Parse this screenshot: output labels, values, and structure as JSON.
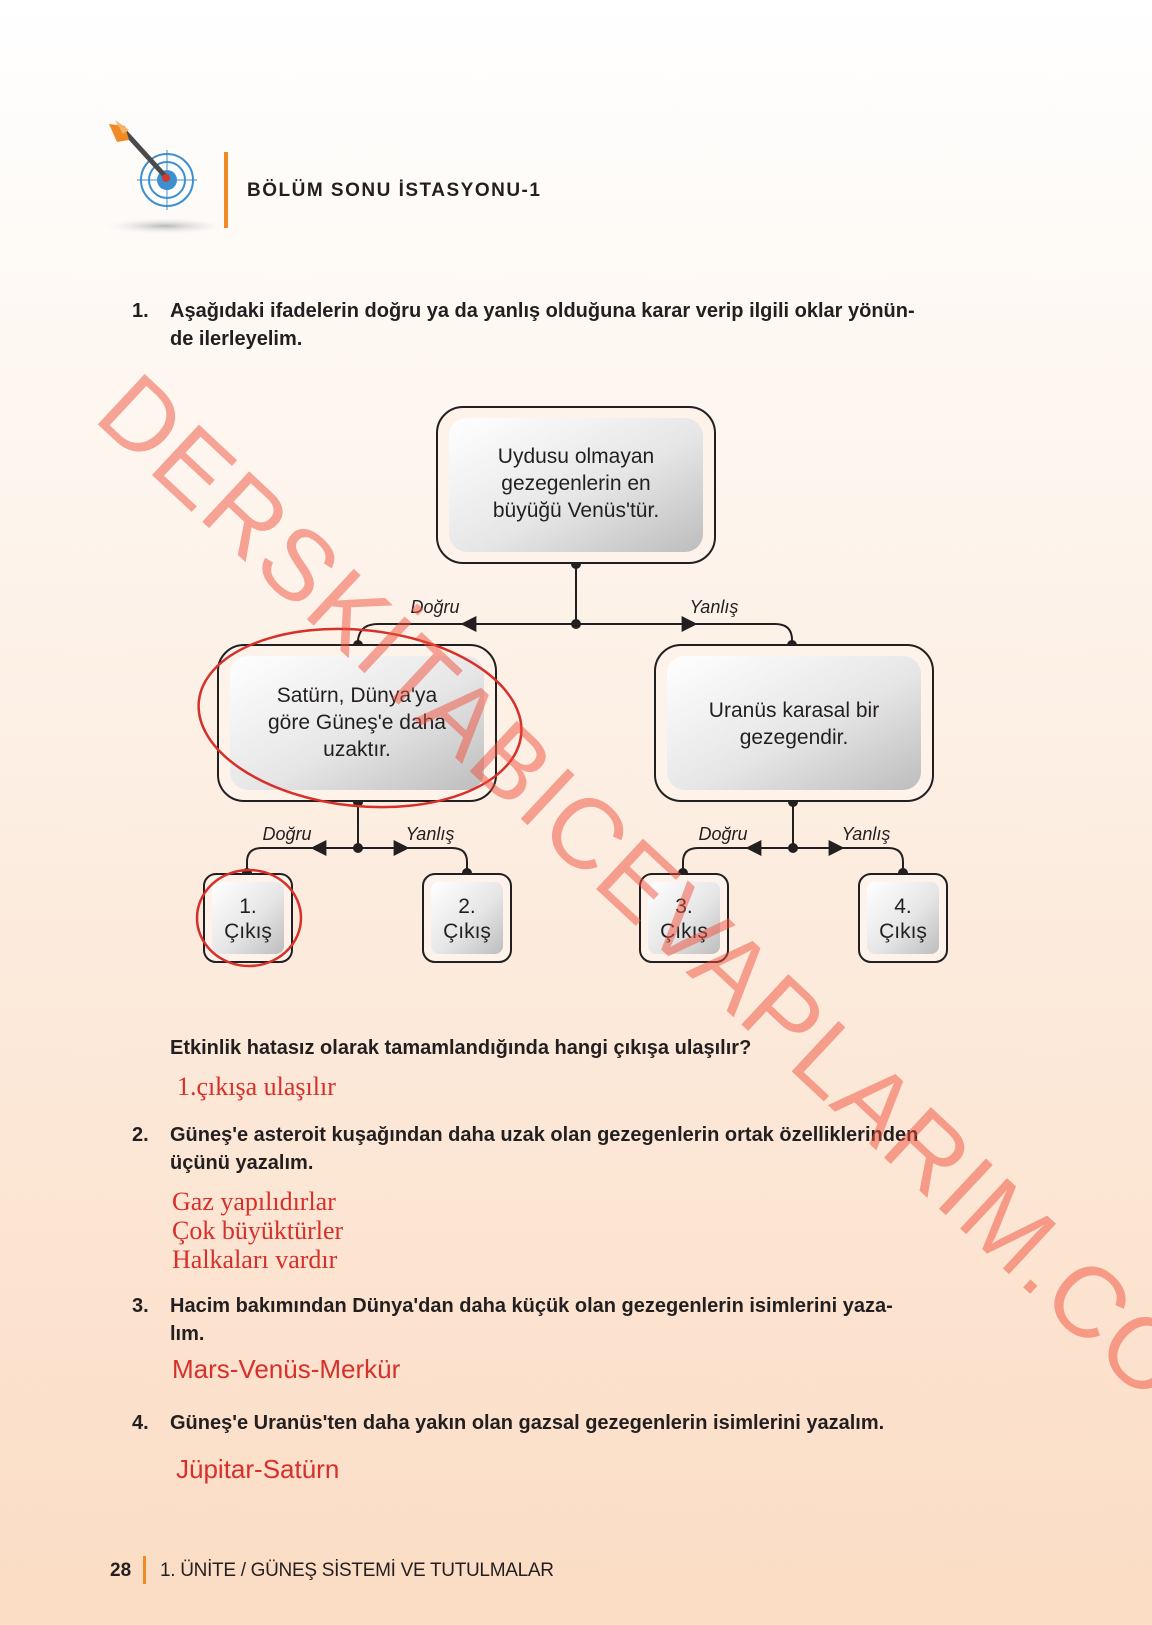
{
  "header": {
    "title": "BÖLÜM SONU İSTASYONU-1"
  },
  "q1": {
    "number": "1.",
    "line1": "Aşağıdaki ifadelerin doğru ya da yanlış olduğuna karar verip ilgili oklar yönün-",
    "line2": "de ilerleyelim.",
    "diagram": {
      "root": [
        "Uydusu olmayan",
        "gezegenlerin en",
        "büyüğü Venüs'tür."
      ],
      "left": [
        "Satürn, Dünya'ya",
        "göre Güneş'e daha",
        "uzaktır."
      ],
      "right": [
        "Uranüs karasal bir",
        "gezegendir."
      ],
      "true_label": "Doğru",
      "false_label": "Yanlış",
      "exits": [
        [
          "1.",
          "Çıkış"
        ],
        [
          "2.",
          "Çıkış"
        ],
        [
          "3.",
          "Çıkış"
        ],
        [
          "4.",
          "Çıkış"
        ]
      ]
    },
    "question": "Etkinlik hatasız olarak tamamlandığında hangi çıkışa ulaşılır?",
    "answer": "1.çıkışa ulaşılır"
  },
  "q2": {
    "number": "2.",
    "line1": "Güneş'e asteroit kuşağından daha uzak olan gezegenlerin ortak özelliklerinden",
    "line2": "üçünü yazalım.",
    "answers": [
      "Gaz yapılıdırlar",
      "Çok büyüktürler",
      "Halkaları vardır"
    ]
  },
  "q3": {
    "number": "3.",
    "line1": "Hacim bakımından Dünya'dan daha küçük olan gezegenlerin isimlerini yaza-",
    "line2": "lım.",
    "answer": "Mars-Venüs-Merkür"
  },
  "q4": {
    "number": "4.",
    "line1": "Güneş'e Uranüs'ten daha yakın olan gazsal gezegenlerin isimlerini yazalım.",
    "answer": "Jüpitar-Satürn"
  },
  "footer": {
    "page": "28",
    "text": "1. ÜNİTE / GÜNEŞ SİSTEMİ VE TUTULMALAR"
  },
  "watermark": "DERSKİTABICEVAPLARIM.COM",
  "colors": {
    "accent": "#f08a24",
    "answer": "#d7302a",
    "watermark": "#f0503c"
  },
  "icons": [
    "dart-target-icon"
  ]
}
